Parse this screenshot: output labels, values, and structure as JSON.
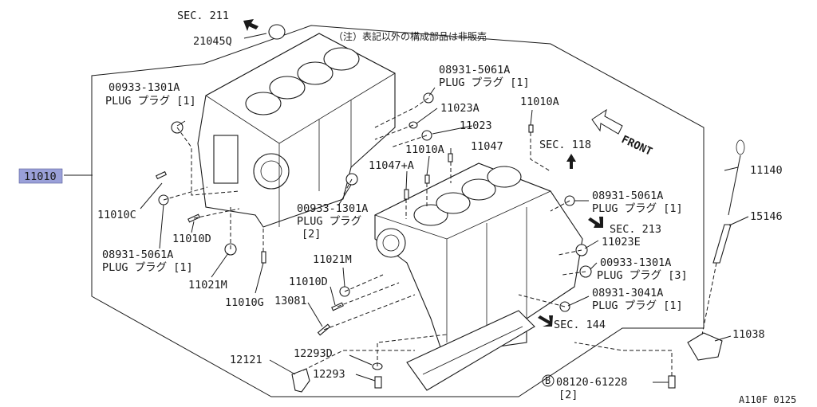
{
  "note": "（注）表記以外の構成部品は非販売",
  "figure_code": "A110F 0125",
  "front_label": "FRONT",
  "selected_part": "11010",
  "labels": {
    "sec211": "SEC. 211",
    "p21045q": "21045Q",
    "p00933_left": "00933-1301A",
    "plug1_left": "PLUG プラグ [1]",
    "p08931_top": "08931-5061A",
    "plug1_top": "PLUG プラグ [1]",
    "p11023a": "11023A",
    "p11023": "11023",
    "p11010a_top": "11010A",
    "p11010a_mid": "11010A",
    "p11047": "11047",
    "p11047a": "11047+A",
    "sec118": "SEC. 118",
    "p11140": "11140",
    "p15146": "15146",
    "p11010c": "11010C",
    "p00933_mid": "00933-1301A",
    "plug_mid": "PLUG プラグ",
    "qty2_mid": "[2]",
    "p11010d_left": "11010D",
    "p08931_left": "08931-5061A",
    "plug1_left2": "PLUG プラグ [1]",
    "p11021m_left": "11021M",
    "p11010g": "11010G",
    "p11021m_mid": "11021M",
    "p11010d_mid": "11010D",
    "p13081": "13081",
    "p08931_right": "08931-5061A",
    "plug1_right": "PLUG プラグ [1]",
    "sec213": "SEC. 213",
    "p11023e": "11023E",
    "p00933_right": "00933-1301A",
    "plug3_right": "PLUG プラグ [3]",
    "p08931_3041": "08931-3041A",
    "plug1_3041": "PLUG プラグ [1]",
    "sec144": "SEC. 144",
    "p11038": "11038",
    "p12121": "12121",
    "p12293d": "12293D",
    "p12293": "12293",
    "bolt_b": "B",
    "p08120": "08120-61228",
    "qty2_bolt": "[2]"
  }
}
